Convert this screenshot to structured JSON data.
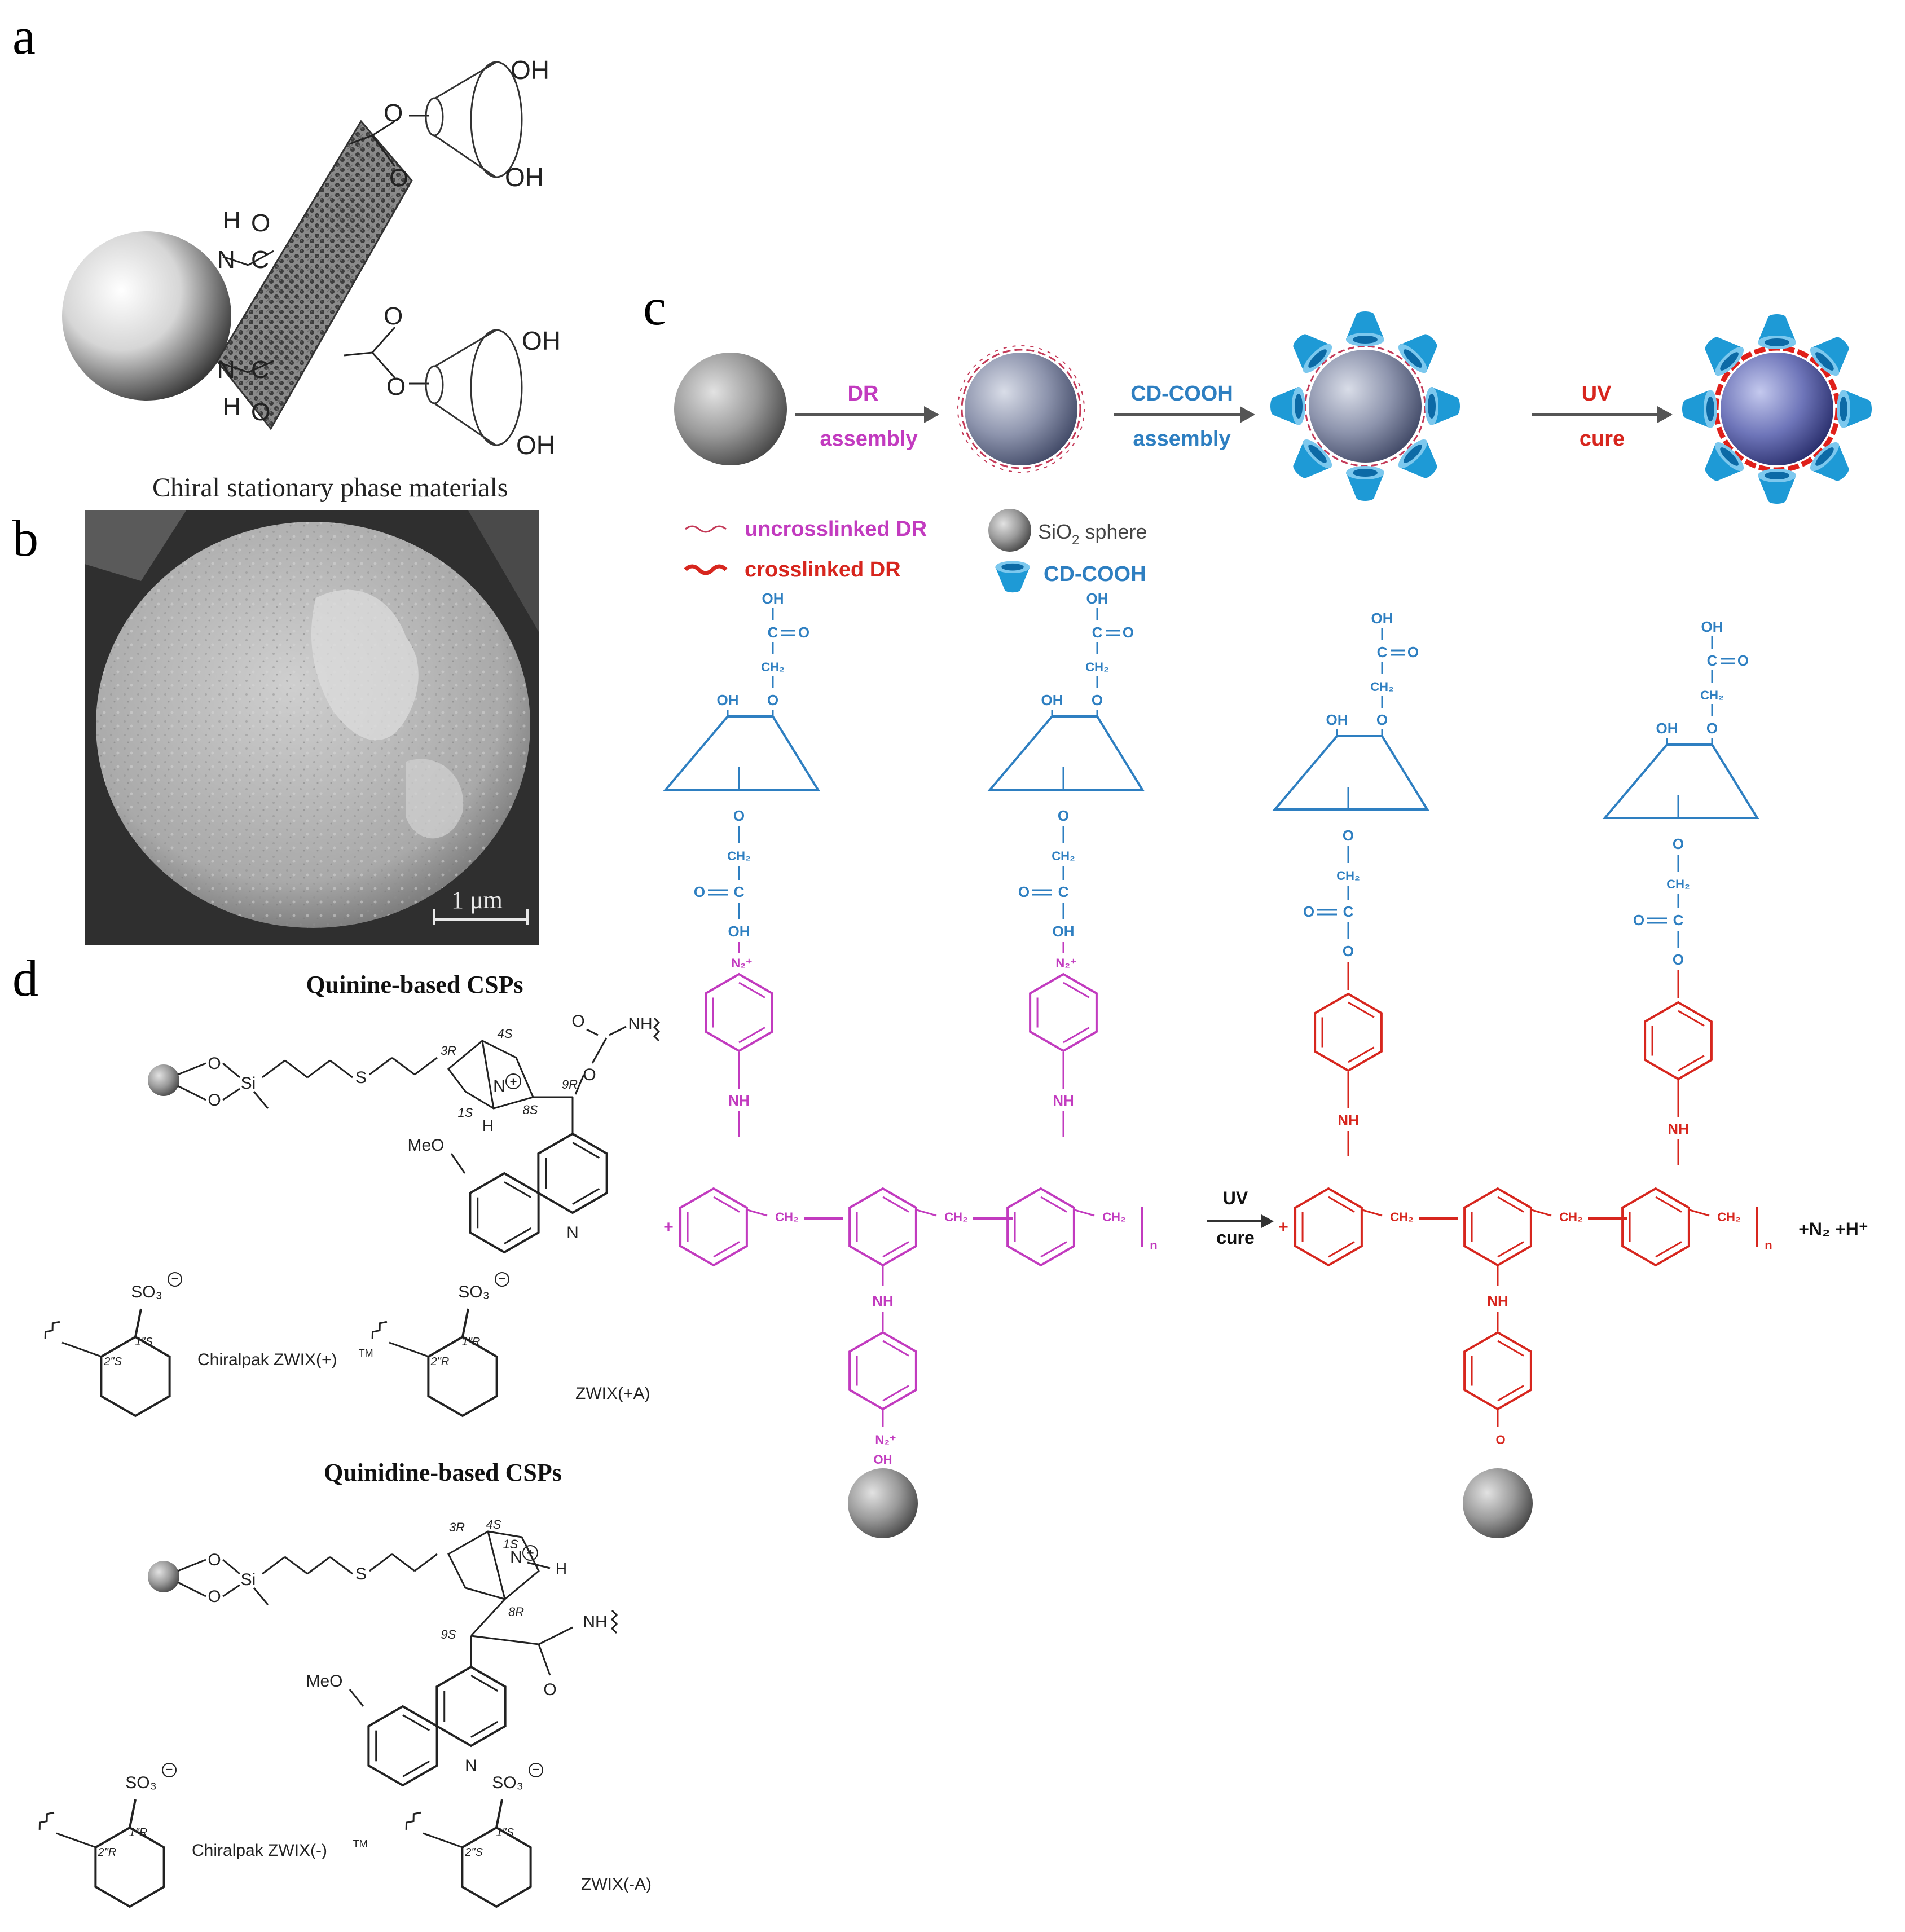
{
  "panels": {
    "a": {
      "letter": "a",
      "caption": "Chiral stationary phase materials",
      "atoms": {
        "oh": "OH",
        "o": "O",
        "h": "H",
        "n": "N",
        "c": "C"
      }
    },
    "b": {
      "letter": "b",
      "scale_bar": "1 μm"
    },
    "c": {
      "letter": "c",
      "steps": [
        {
          "line1": "DR",
          "line2": "assembly"
        },
        {
          "line1": "CD-COOH",
          "line2": "assembly"
        },
        {
          "line1": "UV",
          "line2": "cure"
        }
      ],
      "legend": {
        "uncrosslinked": "uncrosslinked DR",
        "crosslinked": "crosslinked DR",
        "sphere_prefix": "SiO",
        "sphere_sub": "2",
        "sphere_suffix": " sphere",
        "cd": "CD-COOH"
      },
      "chem": {
        "oh": "OH",
        "o": "O",
        "c": "C",
        "ch2": "CH₂",
        "nh": "NH",
        "n2plus": "N₂⁺",
        "n": "n",
        "uv": "UV",
        "cure": "cure",
        "byproduct": "+N₂ +H⁺"
      },
      "colors": {
        "blue": "#2e7fc1",
        "magenta": "#c23bbf",
        "red": "#d7261e",
        "cone": "#1e9ad6"
      }
    },
    "d": {
      "letter": "d",
      "quinine_title": "Quinine-based CSPs",
      "quinidine_title": "Quinidine-based CSPs",
      "atoms": {
        "o": "O",
        "si": "Si",
        "s": "S",
        "n": "N",
        "nplus": "N",
        "h": "H",
        "nh": "NH",
        "meo": "MeO",
        "so3": "SO₃"
      },
      "quinine_stereo": [
        "3R",
        "4S",
        "1S",
        "8S",
        "9R"
      ],
      "quinidine_stereo": [
        "3R",
        "4S",
        "1S",
        "8R",
        "9S"
      ],
      "selectors": [
        {
          "label": "Chiralpak ZWIX(+)",
          "tm": "TM",
          "c1": "1\"S",
          "c2": "2\"S"
        },
        {
          "label": "ZWIX(+A)",
          "tm": "",
          "c1": "1\"R",
          "c2": "2\"R"
        },
        {
          "label": "Chiralpak ZWIX(-)",
          "tm": "TM",
          "c1": "1\"R",
          "c2": "2\"R"
        },
        {
          "label": "ZWIX(-A)",
          "tm": "",
          "c1": "1\"S",
          "c2": "2\"S"
        }
      ]
    }
  }
}
